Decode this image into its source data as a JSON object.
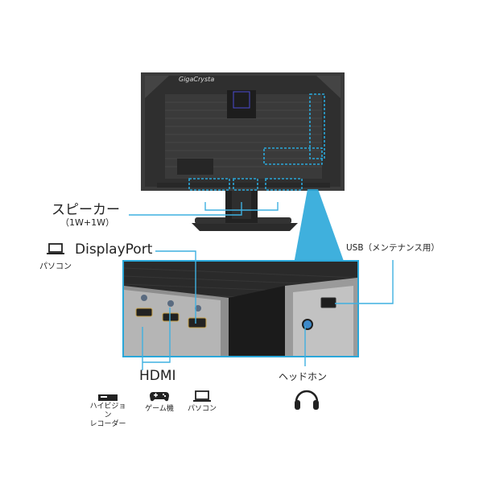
{
  "brand": {
    "logo_text": "GigaCrysta"
  },
  "labels": {
    "speaker_title": "スピーカー",
    "speaker_spec": "（1W+1W）",
    "displayport": "DisplayPort",
    "displayport_device": "パソコン",
    "usb": "USB（メンテナンス用）",
    "hdmi": "HDMI",
    "headphone": "ヘッドホン"
  },
  "hdmi_devices": [
    {
      "label": "ハイビジョン\nレコーダー",
      "icon": "recorder-icon"
    },
    {
      "label": "ゲーム機",
      "icon": "gamepad-icon"
    },
    {
      "label": "パソコン",
      "icon": "laptop-icon"
    }
  ],
  "colors": {
    "accent": "#2aa7d9",
    "callout_line": "#3fb0e0",
    "monitor_body": "#2a2a2a",
    "panel_dark": "#1f1f1f"
  }
}
